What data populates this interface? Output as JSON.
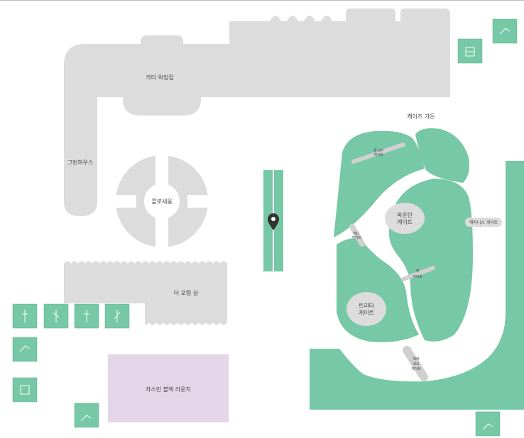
{
  "colors": {
    "building": "#dcdcdc",
    "garden": "#76c8a6",
    "lounge": "#e5d5e8",
    "path_pill": "#d0d0d0",
    "pin": "#333333",
    "text": "#444444",
    "top_border": "#bbbbbb"
  },
  "labels": {
    "carter": "카터 왁킹컵",
    "greenhouse": "그린하우스",
    "colosseum": "콜로세움",
    "forum_shop": "더 포럼 샵",
    "jasmine_lounge": "자스민 블렉 라운지",
    "keys_garden": "케이즈 가든",
    "bahamas_gate": "해파니스 게이트",
    "fountain_terrace": [
      "파운틴",
      "게이트"
    ],
    "tree_terrace": [
      "트리터",
      "게이트"
    ],
    "gate_pill_1": [
      "문그린",
      "게이트"
    ],
    "gate_pill_2": [
      "헤니",
      "게이트"
    ],
    "gate_pill_3": [
      "허",
      "게이트"
    ],
    "gate_pill_4": [
      "핵러",
      "세오",
      "게이트"
    ]
  },
  "icons": [
    "kiosk-icon",
    "shop-icon",
    "restroom-icon",
    "info-icon",
    "elevator-icon",
    "stairs-icon"
  ]
}
